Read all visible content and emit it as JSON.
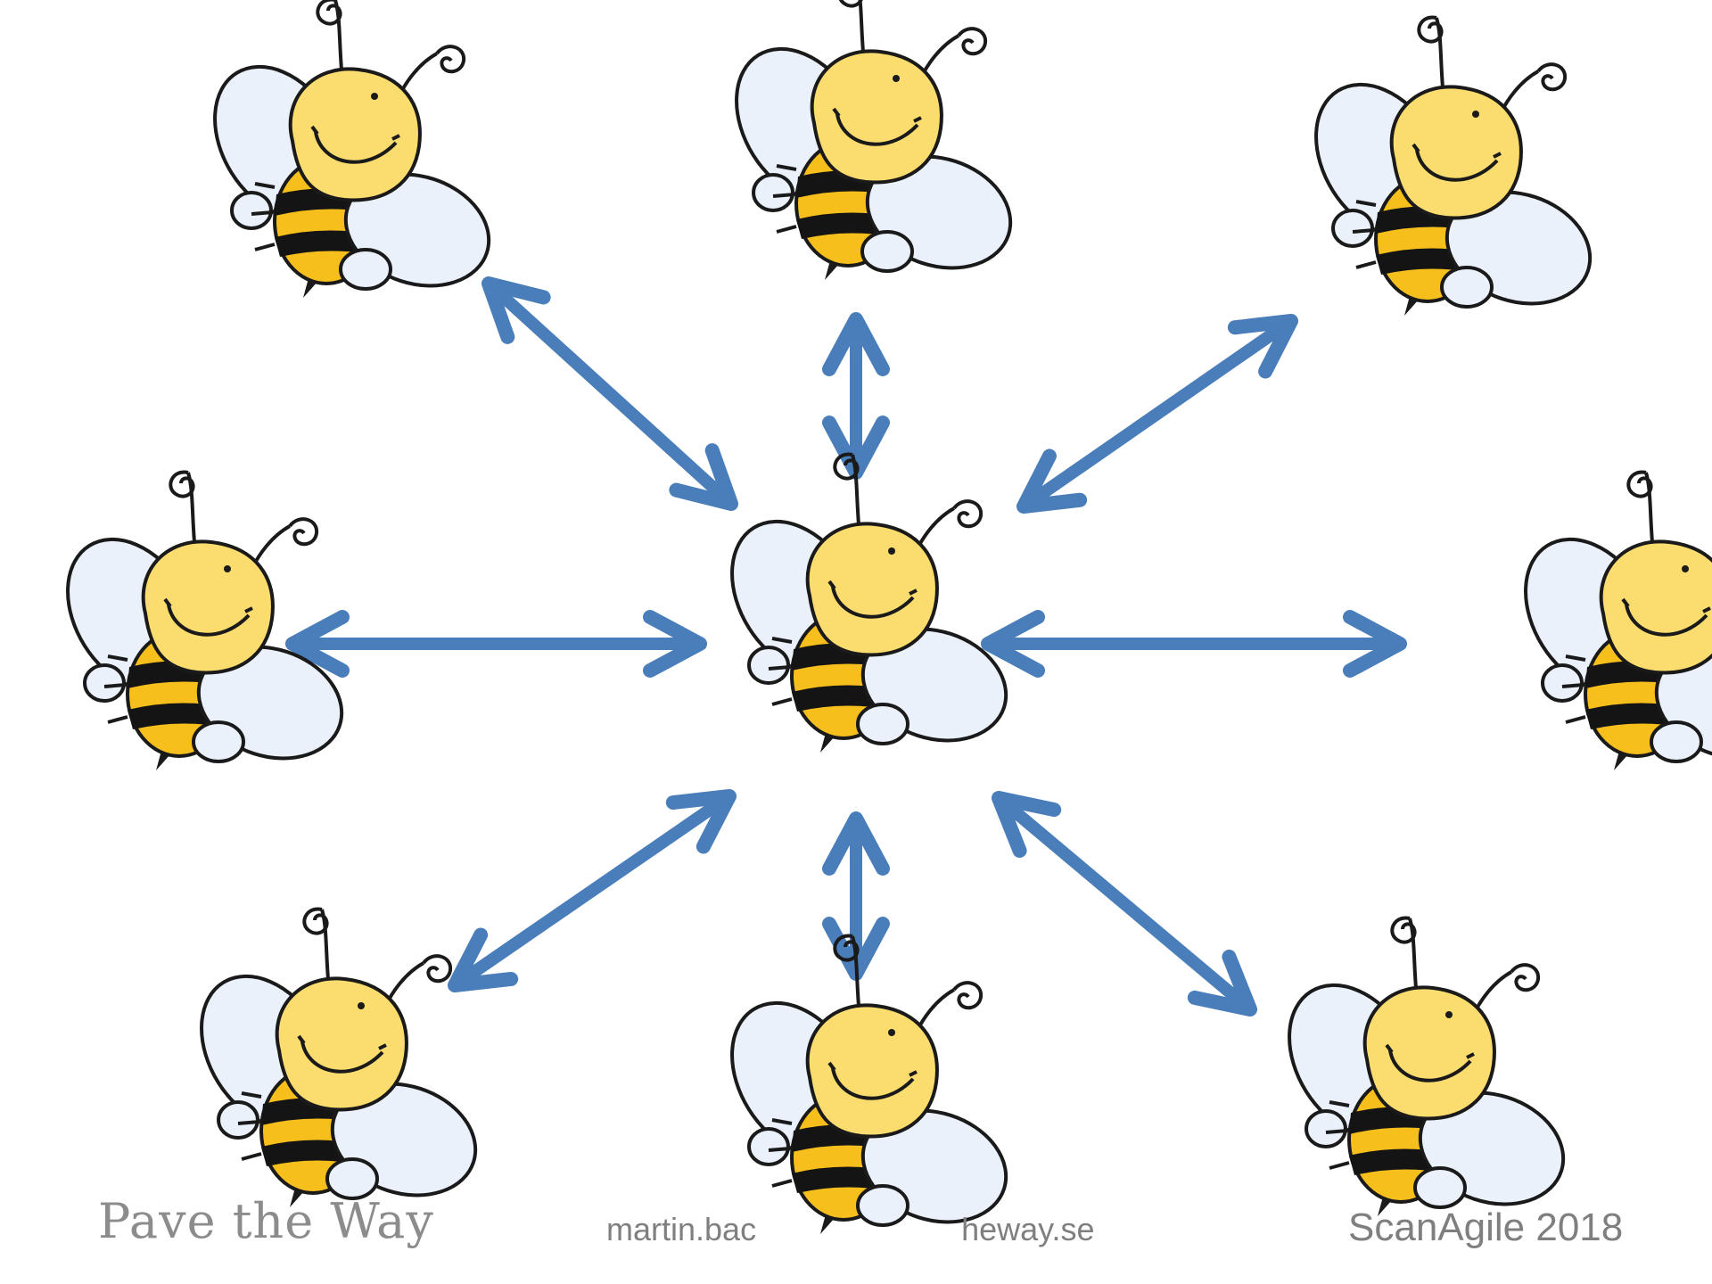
{
  "footer": {
    "left": "Pave the Way",
    "center": "martin.bac",
    "center_tail": "heway.se",
    "right": "ScanAgile 2018"
  },
  "diagram": {
    "nodes": [
      {
        "id": "center",
        "icon": "bee-icon"
      },
      {
        "id": "top-left",
        "icon": "bee-icon"
      },
      {
        "id": "top",
        "icon": "bee-icon"
      },
      {
        "id": "top-right",
        "icon": "bee-icon"
      },
      {
        "id": "left",
        "icon": "bee-icon"
      },
      {
        "id": "right",
        "icon": "bee-icon"
      },
      {
        "id": "bottom-left",
        "icon": "bee-icon"
      },
      {
        "id": "bottom",
        "icon": "bee-icon"
      },
      {
        "id": "bottom-right",
        "icon": "bee-icon"
      }
    ],
    "edges": [
      {
        "from": "center",
        "to": "top-left",
        "style": "double-arrow"
      },
      {
        "from": "center",
        "to": "top",
        "style": "double-arrow"
      },
      {
        "from": "center",
        "to": "top-right",
        "style": "double-arrow"
      },
      {
        "from": "center",
        "to": "left",
        "style": "double-arrow"
      },
      {
        "from": "center",
        "to": "right",
        "style": "double-arrow"
      },
      {
        "from": "center",
        "to": "bottom-left",
        "style": "double-arrow"
      },
      {
        "from": "center",
        "to": "bottom",
        "style": "double-arrow"
      },
      {
        "from": "center",
        "to": "bottom-right",
        "style": "double-arrow"
      }
    ]
  },
  "colors": {
    "arrow": "#4a7ebb",
    "bee_head": "#fbdc6e",
    "bee_body_yellow": "#f6bf1c",
    "bee_stripe": "#141414",
    "wing": "#eaf1fb",
    "footer_text": "#7f7f7f"
  }
}
